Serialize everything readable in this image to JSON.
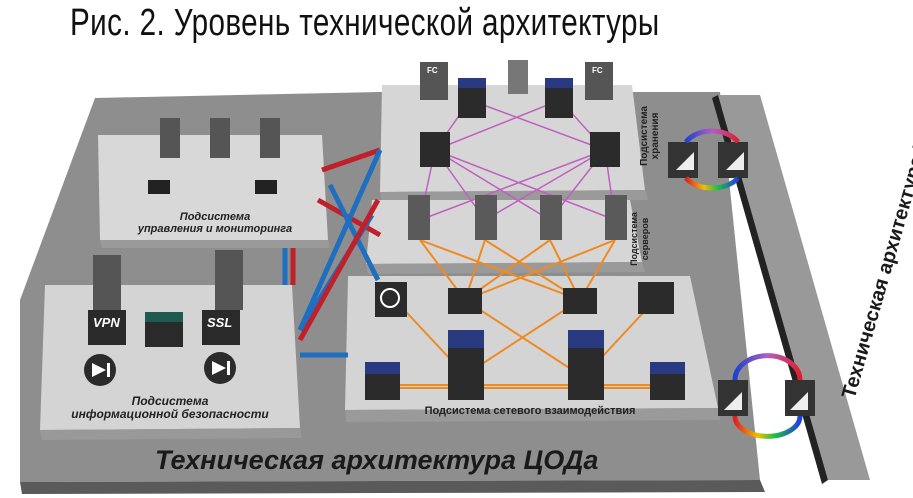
{
  "title": "Рис. 2. Уровень технической архитектуры",
  "base_label": "Техническая архитектура ЦОДа",
  "rcod_label": "Техническая архитектура РЦОД",
  "subsystems": {
    "management": "Подсистема управления и мониторинга",
    "management_l1": "Подсистема",
    "management_l2": "управления и мониторинга",
    "security_l1": "Подсистема",
    "security_l2": "информационной безопасности",
    "storage_l1": "Подсистема",
    "storage_l2": "хранения",
    "servers_l1": "Подсистема",
    "servers_l2": "серверов",
    "network": "Подсистема сетевого взаимодействия"
  },
  "devices": {
    "vpn": "VPN",
    "ssl": "SSL",
    "fc": "FC"
  },
  "colors": {
    "base": "#8c8c8c",
    "panel": "#d6d6d6",
    "storage_links": "#c060c0",
    "network_links": "#f08a20",
    "red_cable": "#c0202a",
    "blue_cable": "#1f6fc0"
  }
}
